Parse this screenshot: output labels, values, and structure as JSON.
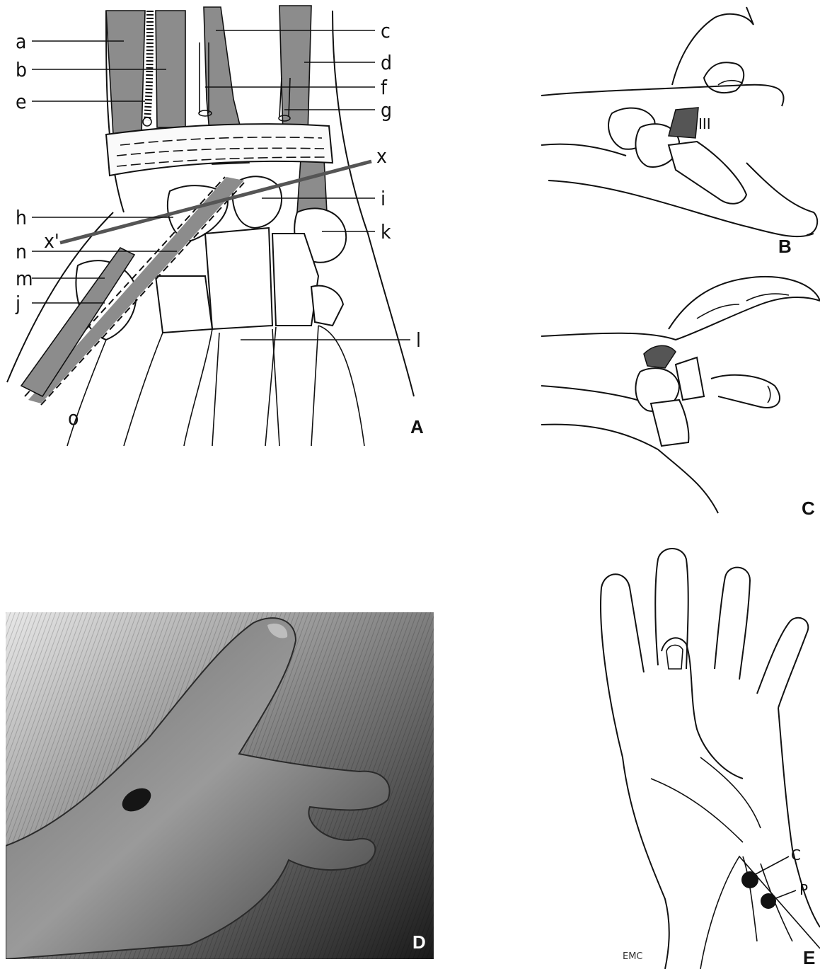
{
  "panels": {
    "A": {
      "panel_label": "A",
      "labels": {
        "a": "a",
        "b": "b",
        "c": "c",
        "d": "d",
        "e": "e",
        "f": "f",
        "g": "g",
        "h": "h",
        "i": "i",
        "j": "j",
        "k": "k",
        "l": "l",
        "m": "m",
        "n": "n",
        "o": "o",
        "x": "x",
        "x_prime": "x'"
      }
    },
    "B": {
      "panel_label": "B",
      "roman": "III"
    },
    "C": {
      "panel_label": "C"
    },
    "D": {
      "panel_label": "D"
    },
    "E": {
      "panel_label": "E",
      "point_c": "C",
      "point_p": "P",
      "signature": "EMC"
    }
  },
  "colors": {
    "tendon_gray": "#8c8c8c",
    "highlight_dark": "#555555",
    "photo_dark": "#1a1a1a",
    "photo_light": "#e8e8e8"
  }
}
